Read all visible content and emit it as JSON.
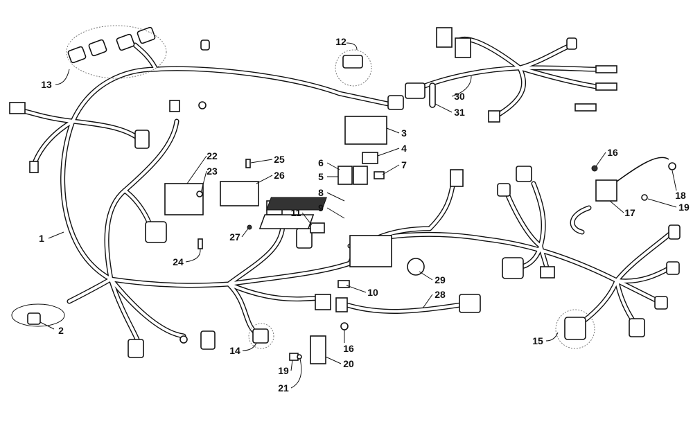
{
  "diagram": {
    "type": "exploded parts diagram - wiring harness",
    "callouts": [
      "1",
      "2",
      "3",
      "4",
      "5",
      "6",
      "7",
      "8",
      "9",
      "10",
      "11",
      "12",
      "13",
      "14",
      "15",
      "16",
      "16",
      "17",
      "18",
      "19",
      "19",
      "20",
      "21",
      "22",
      "23",
      "24",
      "25",
      "26",
      "27",
      "28",
      "29",
      "30",
      "31"
    ]
  }
}
